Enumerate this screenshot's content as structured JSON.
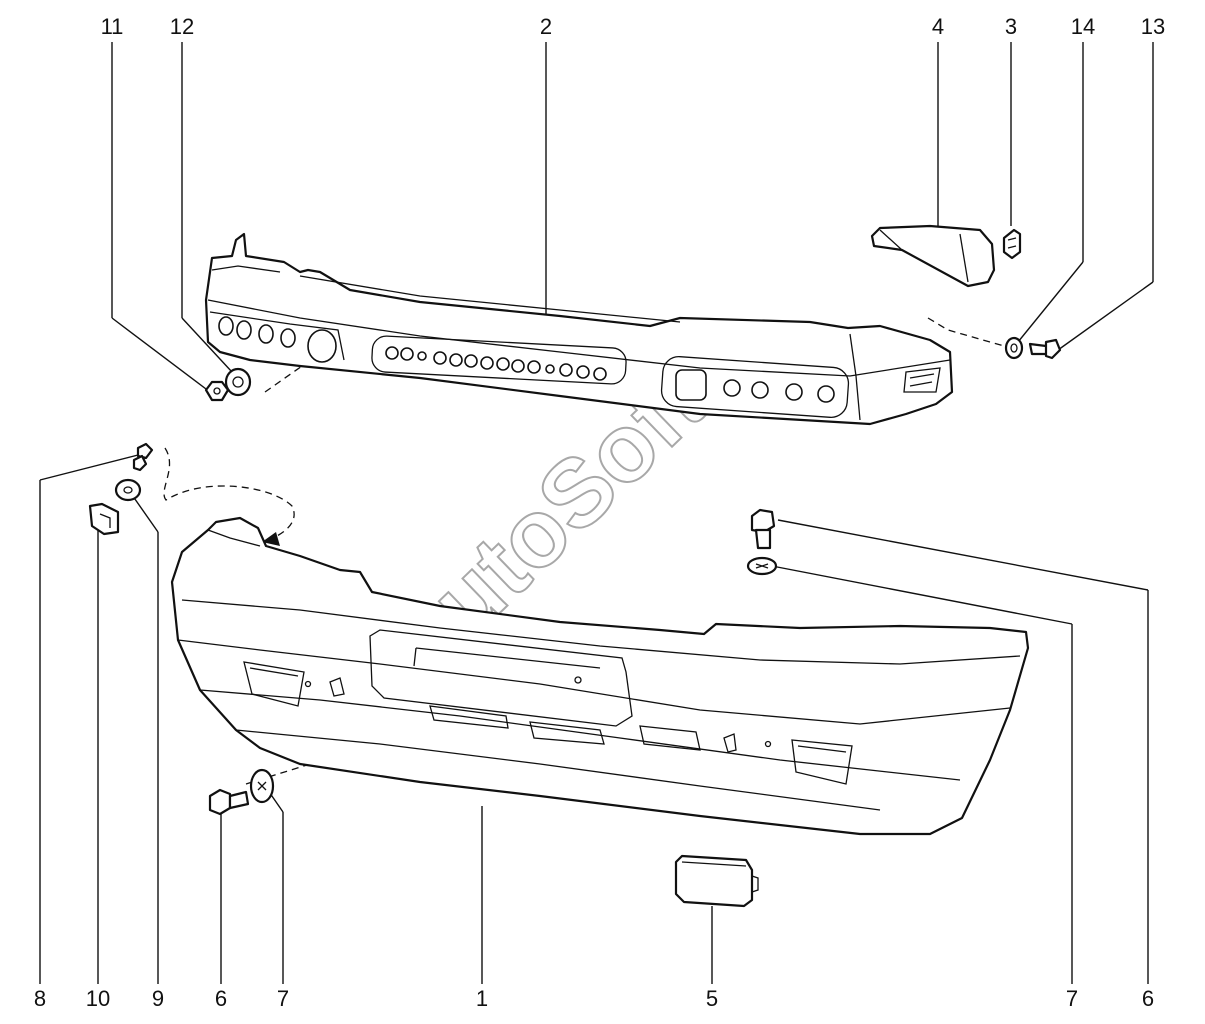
{
  "watermark": "AutoSoft",
  "callouts": {
    "c11": "11",
    "c12": "12",
    "c2": "2",
    "c4": "4",
    "c3": "3",
    "c14": "14",
    "c13": "13",
    "c8": "8",
    "c10": "10",
    "c9": "9",
    "c6a": "6",
    "c7a": "7",
    "c1": "1",
    "c5": "5",
    "c7b": "7",
    "c6b": "6"
  }
}
